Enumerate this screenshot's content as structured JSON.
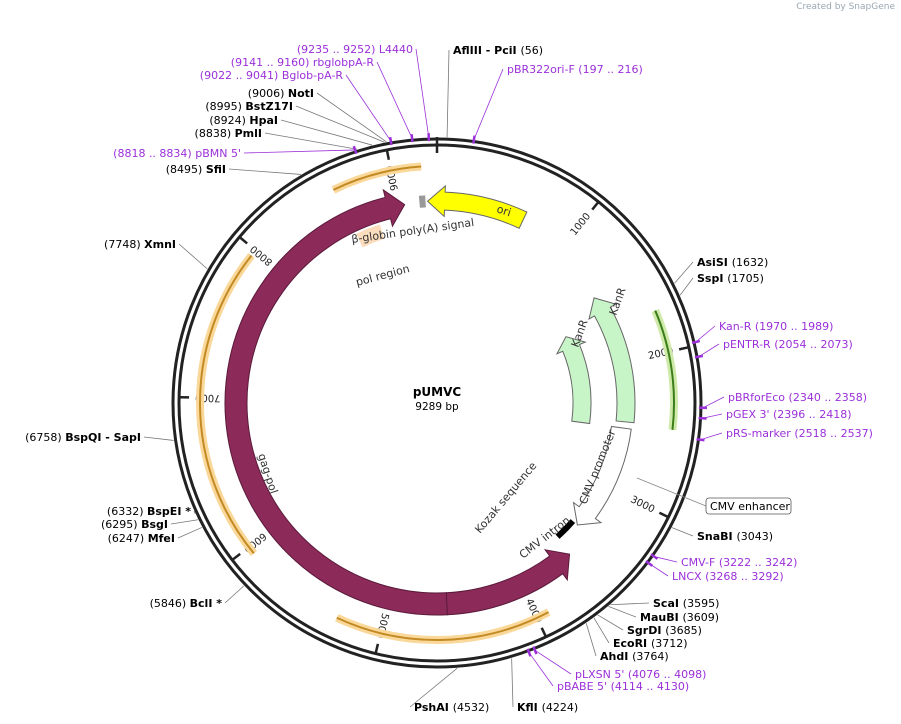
{
  "credit": "Created by SnapGene",
  "plasmid": {
    "name": "pUMVC",
    "size_label": "9289 bp",
    "length": 9289
  },
  "colors": {
    "enzyme": "#000000",
    "primer": "#9b30d9",
    "backbone": "#222222",
    "gagpol": "#8c2a5a",
    "orf_outline": "#f5a623"
  },
  "scale_labels": [
    "1000",
    "2000",
    "3000",
    "4000",
    "5000",
    "6000",
    "7000",
    "8000",
    "9000"
  ],
  "sites": [
    {
      "pos": 56,
      "name": "AflIII  - PciI",
      "coord": "(56)",
      "type": "enzyme"
    },
    {
      "pos": 1632,
      "name": "AsiSI",
      "coord": "(1632)",
      "type": "enzyme"
    },
    {
      "pos": 1705,
      "name": "SspI",
      "coord": "(1705)",
      "type": "enzyme"
    },
    {
      "pos": 3043,
      "name": "SnaBI",
      "coord": "(3043)",
      "type": "enzyme"
    },
    {
      "pos": 3595,
      "name": "ScaI",
      "coord": "(3595)",
      "type": "enzyme"
    },
    {
      "pos": 3609,
      "name": "MauBI",
      "coord": "(3609)",
      "type": "enzyme"
    },
    {
      "pos": 3685,
      "name": "SgrDI",
      "coord": "(3685)",
      "type": "enzyme"
    },
    {
      "pos": 3712,
      "name": "EcoRI",
      "coord": "(3712)",
      "type": "enzyme"
    },
    {
      "pos": 3764,
      "name": "AhdI",
      "coord": "(3764)",
      "type": "enzyme"
    },
    {
      "pos": 4224,
      "name": "KflI",
      "coord": "(4224)",
      "type": "enzyme"
    },
    {
      "pos": 4532,
      "name": "PshAI",
      "coord": "(4532)",
      "type": "enzyme"
    },
    {
      "pos": 5846,
      "name": "BclI *",
      "coord": "(5846)",
      "type": "enzyme"
    },
    {
      "pos": 6247,
      "name": "MfeI",
      "coord": "(6247)",
      "type": "enzyme"
    },
    {
      "pos": 6295,
      "name": "BsgI",
      "coord": "(6295)",
      "type": "enzyme"
    },
    {
      "pos": 6332,
      "name": "BspEI *",
      "coord": "(6332)",
      "type": "enzyme"
    },
    {
      "pos": 6758,
      "name": "BspQI  - SapI",
      "coord": "(6758)",
      "type": "enzyme"
    },
    {
      "pos": 7748,
      "name": "XmnI",
      "coord": "(7748)",
      "type": "enzyme"
    },
    {
      "pos": 8495,
      "name": "SfiI",
      "coord": "(8495)",
      "type": "enzyme"
    },
    {
      "pos": 8838,
      "name": "PmlI",
      "coord": "(8838)",
      "type": "enzyme"
    },
    {
      "pos": 8924,
      "name": "HpaI",
      "coord": "(8924)",
      "type": "enzyme"
    },
    {
      "pos": 8995,
      "name": "BstZ17I",
      "coord": "(8995)",
      "type": "enzyme"
    },
    {
      "pos": 9006,
      "name": "NotI",
      "coord": "(9006)",
      "type": "enzyme"
    },
    {
      "pos": 206,
      "name": "pBR322ori-F",
      "coord": "(197 .. 216)",
      "type": "primer"
    },
    {
      "pos": 1980,
      "name": "Kan-R",
      "coord": "(1970 .. 1989)",
      "type": "primer"
    },
    {
      "pos": 2063,
      "name": "pENTR-R",
      "coord": "(2054 .. 2073)",
      "type": "primer"
    },
    {
      "pos": 2349,
      "name": "pBRforEco",
      "coord": "(2340 .. 2358)",
      "type": "primer"
    },
    {
      "pos": 2407,
      "name": "pGEX 3'",
      "coord": "(2396 .. 2418)",
      "type": "primer"
    },
    {
      "pos": 2527,
      "name": "pRS-marker",
      "coord": "(2518 .. 2537)",
      "type": "primer"
    },
    {
      "pos": 3232,
      "name": "CMV-F",
      "coord": "(3222 .. 3242)",
      "type": "primer"
    },
    {
      "pos": 3280,
      "name": "LNCX",
      "coord": "(3268 .. 3292)",
      "type": "primer"
    },
    {
      "pos": 4087,
      "name": "pLXSN 5'",
      "coord": "(4076 .. 4098)",
      "type": "primer"
    },
    {
      "pos": 4122,
      "name": "pBABE 5'",
      "coord": "(4114 .. 4130)",
      "type": "primer"
    },
    {
      "pos": 8826,
      "name": "pBMN 5'",
      "coord": "(8818 .. 8834)",
      "type": "primer"
    },
    {
      "pos": 9031,
      "name": "Bglob-pA-R",
      "coord": "(9022 .. 9041)",
      "type": "primer"
    },
    {
      "pos": 9150,
      "name": "rbglobpA-R",
      "coord": "(9141 .. 9160)",
      "type": "primer"
    },
    {
      "pos": 9243,
      "name": "L4440",
      "coord": "(9235 .. 9252)",
      "type": "primer"
    }
  ],
  "features": {
    "ori": "ori",
    "kanr_outer": "KanR",
    "kanr_inner": "KanR",
    "globin_pa": "β-globin poly(A) signal",
    "pol_region": "pol region",
    "gag_pol": "gag-pol",
    "cmv_promoter": "CMV promoter",
    "cmv_enhancer": "CMV enhancer",
    "cmv_intron": "CMV intron",
    "kozak": "Kozak sequence"
  }
}
